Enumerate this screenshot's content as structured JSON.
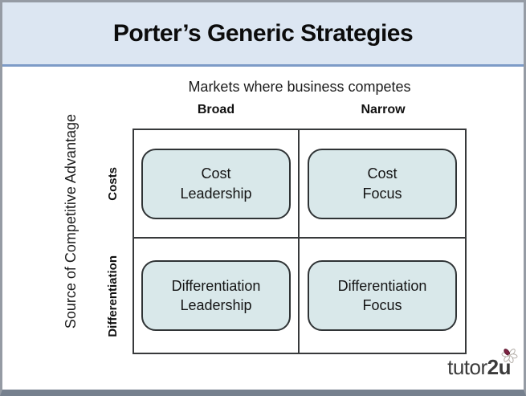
{
  "slide": {
    "title": "Porter’s Generic Strategies"
  },
  "diagram": {
    "x_axis": {
      "title": "Markets where business competes",
      "columns": [
        "Broad",
        "Narrow"
      ]
    },
    "y_axis": {
      "title": "Source of Competitive Advantage",
      "rows": [
        "Costs",
        "Differentiation"
      ]
    },
    "quadrants": [
      {
        "row": "Costs",
        "column": "Broad",
        "label": "Cost\nLeadership"
      },
      {
        "row": "Costs",
        "column": "Narrow",
        "label": "Cost\nFocus"
      },
      {
        "row": "Differentiation",
        "column": "Broad",
        "label": "Differentiation\nLeadership"
      },
      {
        "row": "Differentiation",
        "column": "Narrow",
        "label": "Differentiation\nFocus"
      }
    ]
  },
  "logo": {
    "text_regular": "tutor",
    "text_bold": "2u"
  },
  "colors": {
    "header_background": "#dce6f2",
    "header_rule": "#7d9bc7",
    "quadrant_fill": "#d9e8ea",
    "quadrant_border": "#2f3335",
    "grid_line": "#37393b",
    "slide_border": "#959ba4",
    "bottom_bar": "#76808e",
    "logo_text": "#3b3b3b",
    "logo_flower_accent": "#7d2342"
  }
}
